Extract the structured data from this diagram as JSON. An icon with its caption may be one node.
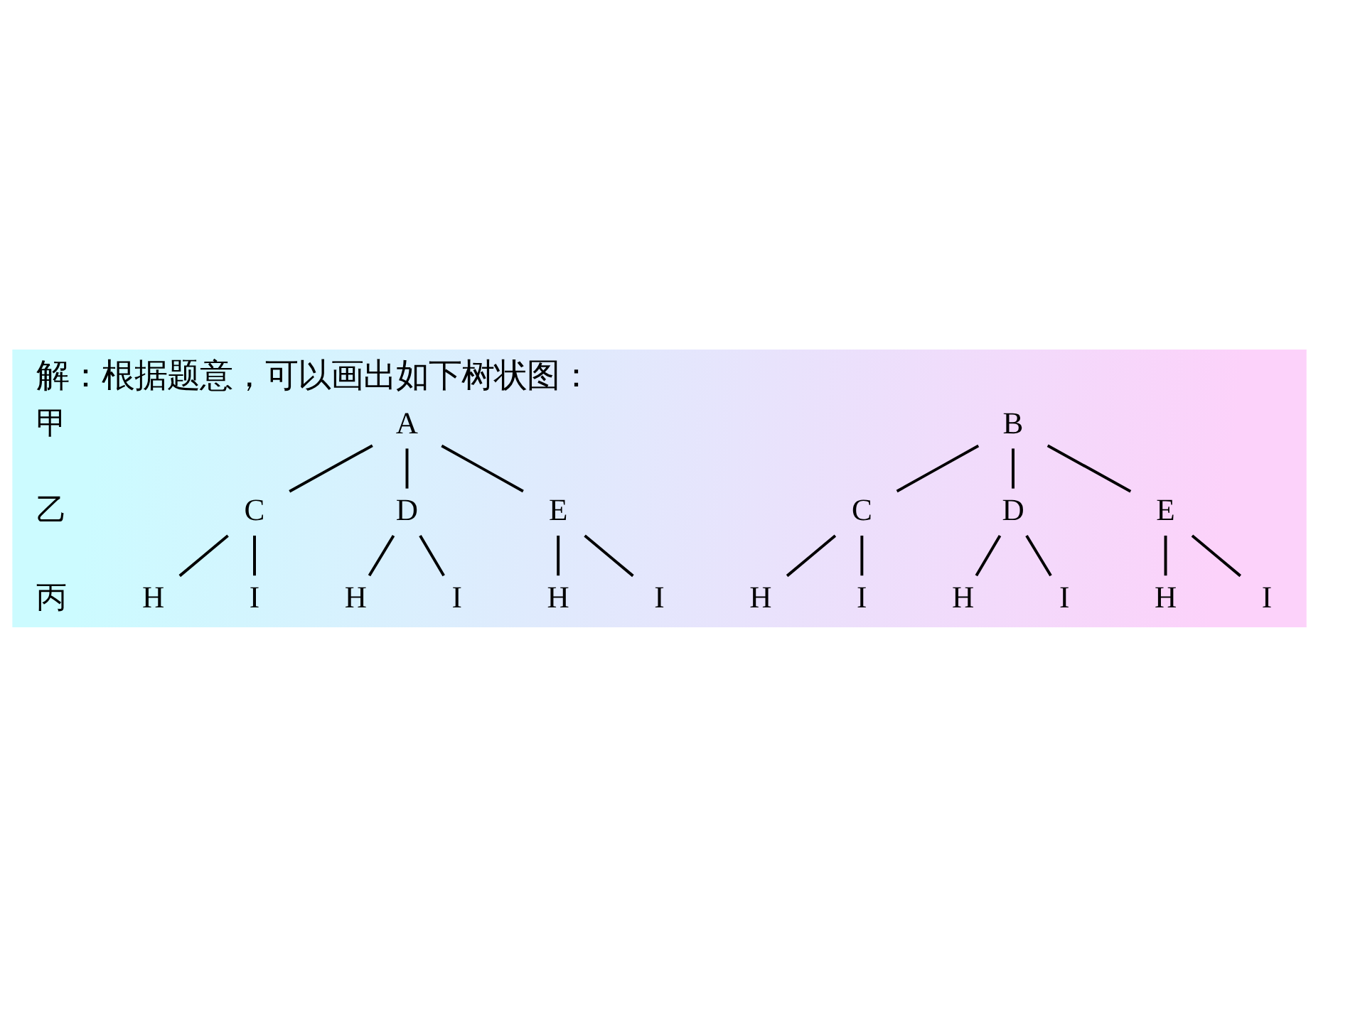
{
  "diagram": {
    "title": "解：根据题意，可以画出如下树状图：",
    "nodes": [
      {
        "text": [
          "A"
        ]
      },
      {
        "text": [
          "B"
        ]
      },
      {
        "text": [
          "C"
        ]
      },
      {
        "text": [
          "D"
        ]
      },
      {
        "text": [
          "E"
        ]
      },
      {
        "text": [
          "C"
        ]
      },
      {
        "text": [
          "D"
        ]
      },
      {
        "text": [
          "E"
        ]
      },
      {
        "text": [
          "H"
        ]
      },
      {
        "text": [
          "I"
        ]
      },
      {
        "text": [
          "H"
        ]
      },
      {
        "text": [
          "I"
        ]
      },
      {
        "text": [
          "H"
        ]
      },
      {
        "text": [
          "I"
        ]
      },
      {
        "text": [
          "H"
        ]
      },
      {
        "text": [
          "I"
        ]
      },
      {
        "text": [
          "H"
        ]
      },
      {
        "text": [
          "I"
        ]
      },
      {
        "text": [
          "H"
        ]
      },
      {
        "text": [
          "I"
        ]
      }
    ],
    "edges": [
      {
        "from": 0,
        "to": 2,
        "arrow": "none"
      },
      {
        "from": 0,
        "to": 3,
        "arrow": "none"
      },
      {
        "from": 0,
        "to": 4,
        "arrow": "none"
      },
      {
        "from": 1,
        "to": 5,
        "arrow": "none"
      },
      {
        "from": 1,
        "to": 6,
        "arrow": "none"
      },
      {
        "from": 1,
        "to": 7,
        "arrow": "none"
      },
      {
        "from": 2,
        "to": 8,
        "arrow": "none"
      },
      {
        "from": 2,
        "to": 9,
        "arrow": "none"
      },
      {
        "from": 3,
        "to": 10,
        "arrow": "none"
      },
      {
        "from": 3,
        "to": 11,
        "arrow": "none"
      },
      {
        "from": 4,
        "to": 12,
        "arrow": "none"
      },
      {
        "from": 4,
        "to": 13,
        "arrow": "none"
      },
      {
        "from": 5,
        "to": 14,
        "arrow": "none"
      },
      {
        "from": 5,
        "to": 15,
        "arrow": "none"
      },
      {
        "from": 6,
        "to": 16,
        "arrow": "none"
      },
      {
        "from": 6,
        "to": 17,
        "arrow": "none"
      },
      {
        "from": 7,
        "to": 18,
        "arrow": "none"
      },
      {
        "from": 7,
        "to": 19,
        "arrow": "none"
      }
    ],
    "labels": [
      "甲",
      "乙",
      "丙"
    ]
  }
}
